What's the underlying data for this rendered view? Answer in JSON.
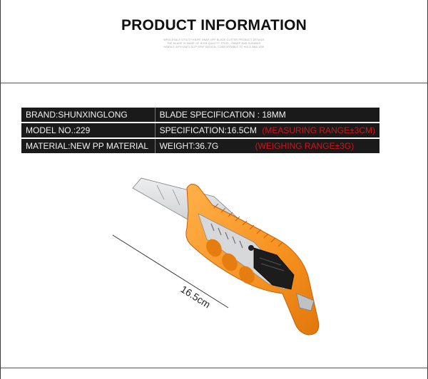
{
  "header": {
    "title": "PRODUCT INFORMATION",
    "subtext": [
      "WHOLESALE UTILITY KNIFE SNAP-OFF BLADE CUTTER PRODUCT DETAILS",
      "THE BLADE IS MADE OF HIGH QUALITY STEEL, SHARP AND DURABLE",
      "HANDLE WITH ANTI-SLIP GRIP DESIGN, COMFORTABLE TO HOLD AND USE"
    ]
  },
  "specs": {
    "rows": [
      {
        "left": "BRAND:SHUNXINGLONG",
        "right": "BLADE SPECIFICATION : 18MM",
        "note": ""
      },
      {
        "left": "MODEL NO.:229",
        "right": "SPECIFICATION:16.5CM",
        "note": "(MEASURING RANGE±3CM)"
      },
      {
        "left": "MATERIAL:NEW PP MATERIAL",
        "right": "WEIGHT:36.7G",
        "note": "(WEIGHING RANGE±3G)"
      }
    ]
  },
  "product": {
    "dimension_label": "16.5cm",
    "colors": {
      "handle": "#f6911e",
      "handle_dark": "#e0770c",
      "blade": "#c9cbcc",
      "slider": "#1c1c1c"
    }
  }
}
